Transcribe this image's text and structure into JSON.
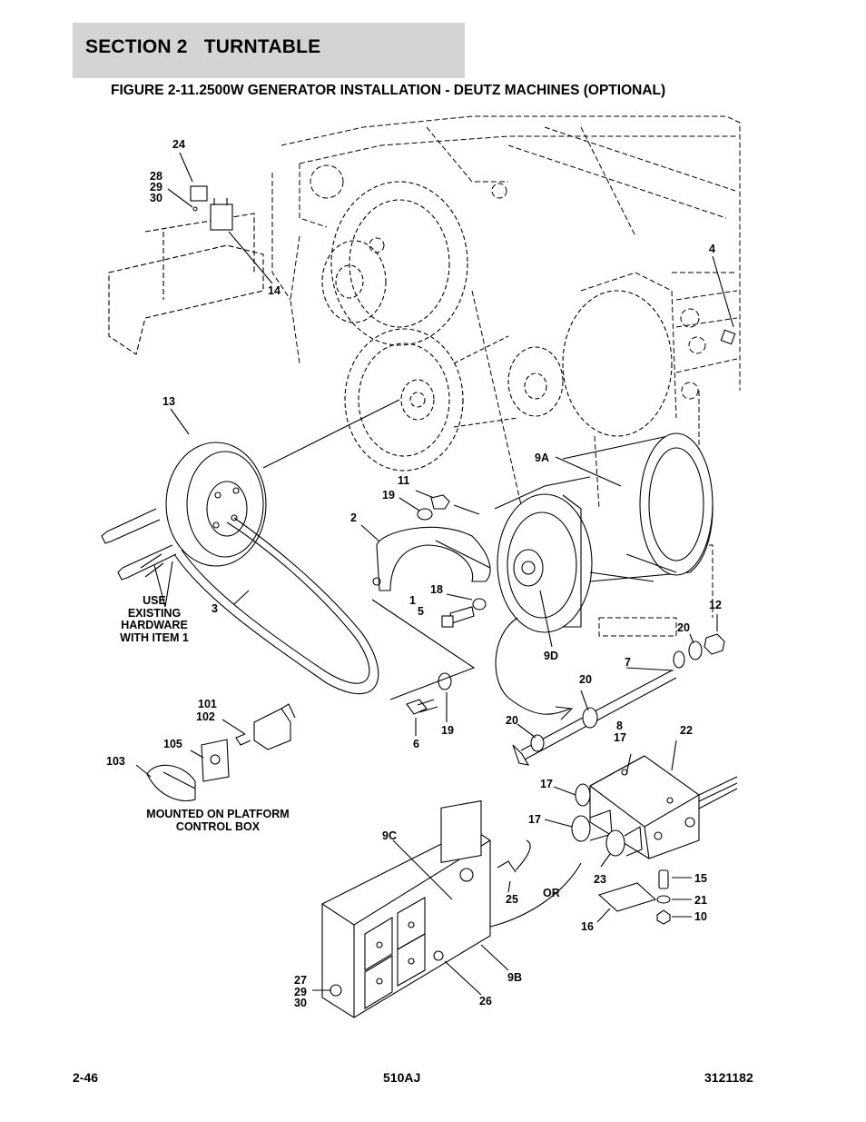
{
  "header": {
    "section": "SECTION 2   TURNTABLE",
    "figure_title": "FIGURE 2-11.2500W GENERATOR INSTALLATION - DEUTZ MACHINES (OPTIONAL)"
  },
  "callouts": {
    "c24": "24",
    "c28": "28",
    "c29a": "29",
    "c30a": "30",
    "c14": "14",
    "c4": "4",
    "c13": "13",
    "c9a": "9A",
    "c11": "11",
    "c19a": "19",
    "c2": "2",
    "c3": "3",
    "c18": "18",
    "c1": "1",
    "c5": "5",
    "c9d": "9D",
    "c12": "12",
    "c20a": "20",
    "c7": "7",
    "c20b": "20",
    "c6": "6",
    "c19b": "19",
    "c20c": "20",
    "c8": "8",
    "c17a": "17",
    "c22": "22",
    "c101": "101",
    "c102": "102",
    "c105": "105",
    "c103": "103",
    "c17b": "17",
    "c17c": "17",
    "c9c": "9C",
    "c23": "23",
    "c15": "15",
    "c25": "25",
    "c21": "21",
    "c10": "10",
    "c16": "16",
    "c27": "27",
    "c29b": "29",
    "c30b": "30",
    "c9b": "9B",
    "c26": "26"
  },
  "notes": {
    "use_existing": "USE\nEXISTING\nHARDWARE\nWITH ITEM 1",
    "mounted": "MOUNTED ON PLATFORM\nCONTROL BOX",
    "or": "OR"
  },
  "footer": {
    "page": "2-46",
    "model": "510AJ",
    "doc_number": "3121182"
  }
}
